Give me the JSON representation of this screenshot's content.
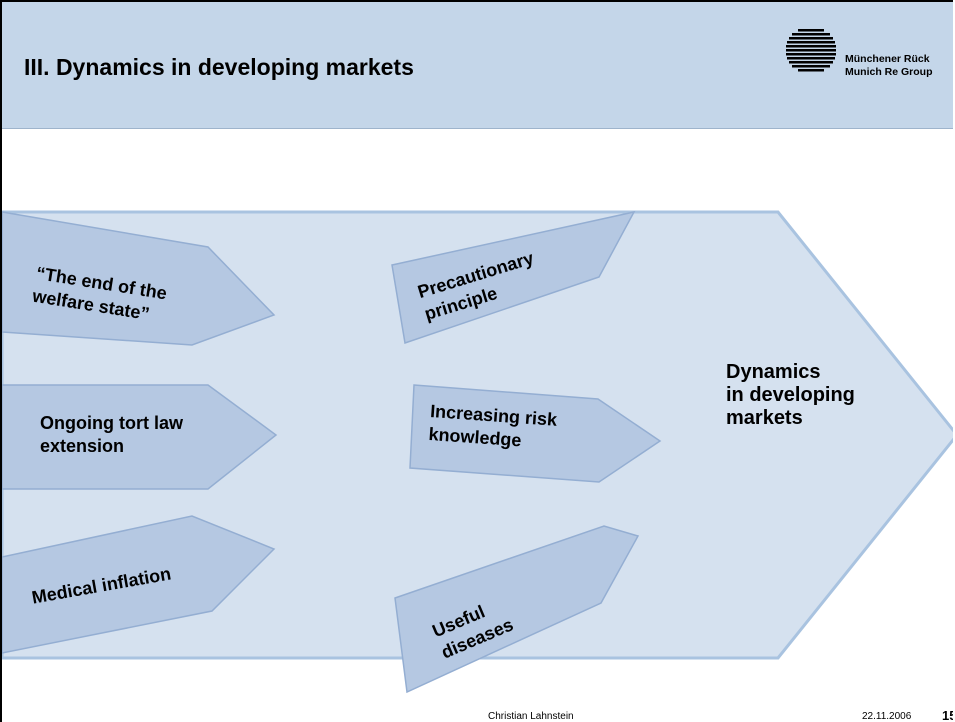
{
  "slide": {
    "title": "III.  Dynamics in developing markets",
    "logo": {
      "line1": "Münchener Rück",
      "line2": "Munich Re Group"
    }
  },
  "diagram": {
    "result": [
      "Dynamics",
      "in developing",
      "markets"
    ],
    "drivers": [
      {
        "id": "welfare",
        "lines": [
          "“The end of the",
          "welfare state”"
        ]
      },
      {
        "id": "tort",
        "lines": [
          "Ongoing tort law",
          "extension"
        ]
      },
      {
        "id": "medical",
        "lines": [
          "Medical inflation"
        ]
      },
      {
        "id": "precaution",
        "lines": [
          "Precautionary",
          "principle"
        ]
      },
      {
        "id": "risk",
        "lines": [
          "Increasing risk",
          "knowledge"
        ]
      },
      {
        "id": "diseases",
        "lines": [
          "Useful",
          "diseases"
        ]
      }
    ],
    "colors": {
      "big_arrow_fill": "#d5e1ef",
      "big_arrow_stroke": "#a9c3e0",
      "arrow_fill": "#b5c8e2",
      "arrow_stroke": "#94aed2",
      "header_band": "#c4d6e9"
    }
  },
  "footer": {
    "presenter": "Christian Lahnstein",
    "date": "22.11.2006",
    "page": "15"
  }
}
